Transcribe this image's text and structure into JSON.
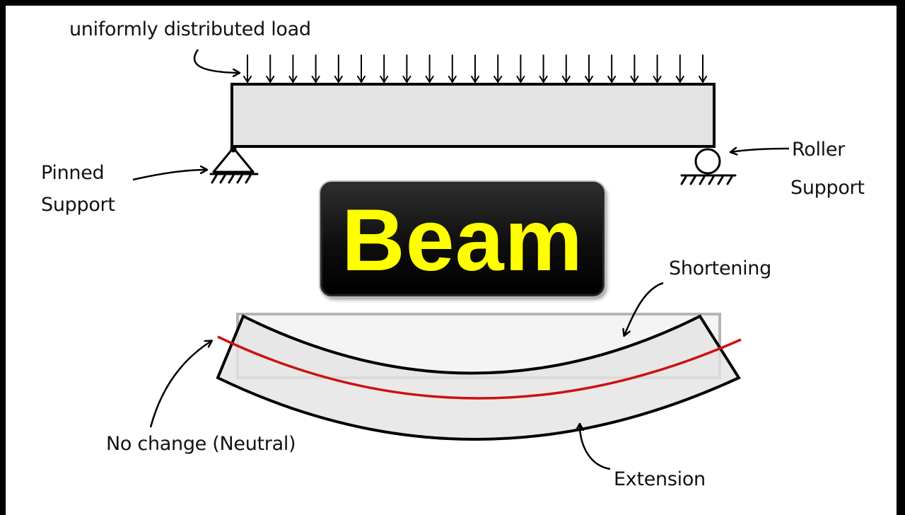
{
  "title": "Beam",
  "labels": {
    "load": "uniformly distributed load",
    "pinned_line1": "Pinned",
    "pinned_line2": "Support",
    "roller_line1": "Roller",
    "roller_line2": "Support",
    "shortening": "Shortening",
    "neutral": "No change (Neutral)",
    "extension": "Extension"
  },
  "colors": {
    "neutral_axis": "#cc1111",
    "title_text": "#ffff00",
    "beam_fill": "#e3e3e3"
  },
  "icons": {
    "pinned": "triangle-hinge-icon",
    "roller": "circle-roller-icon",
    "load": "down-arrow-icon"
  }
}
